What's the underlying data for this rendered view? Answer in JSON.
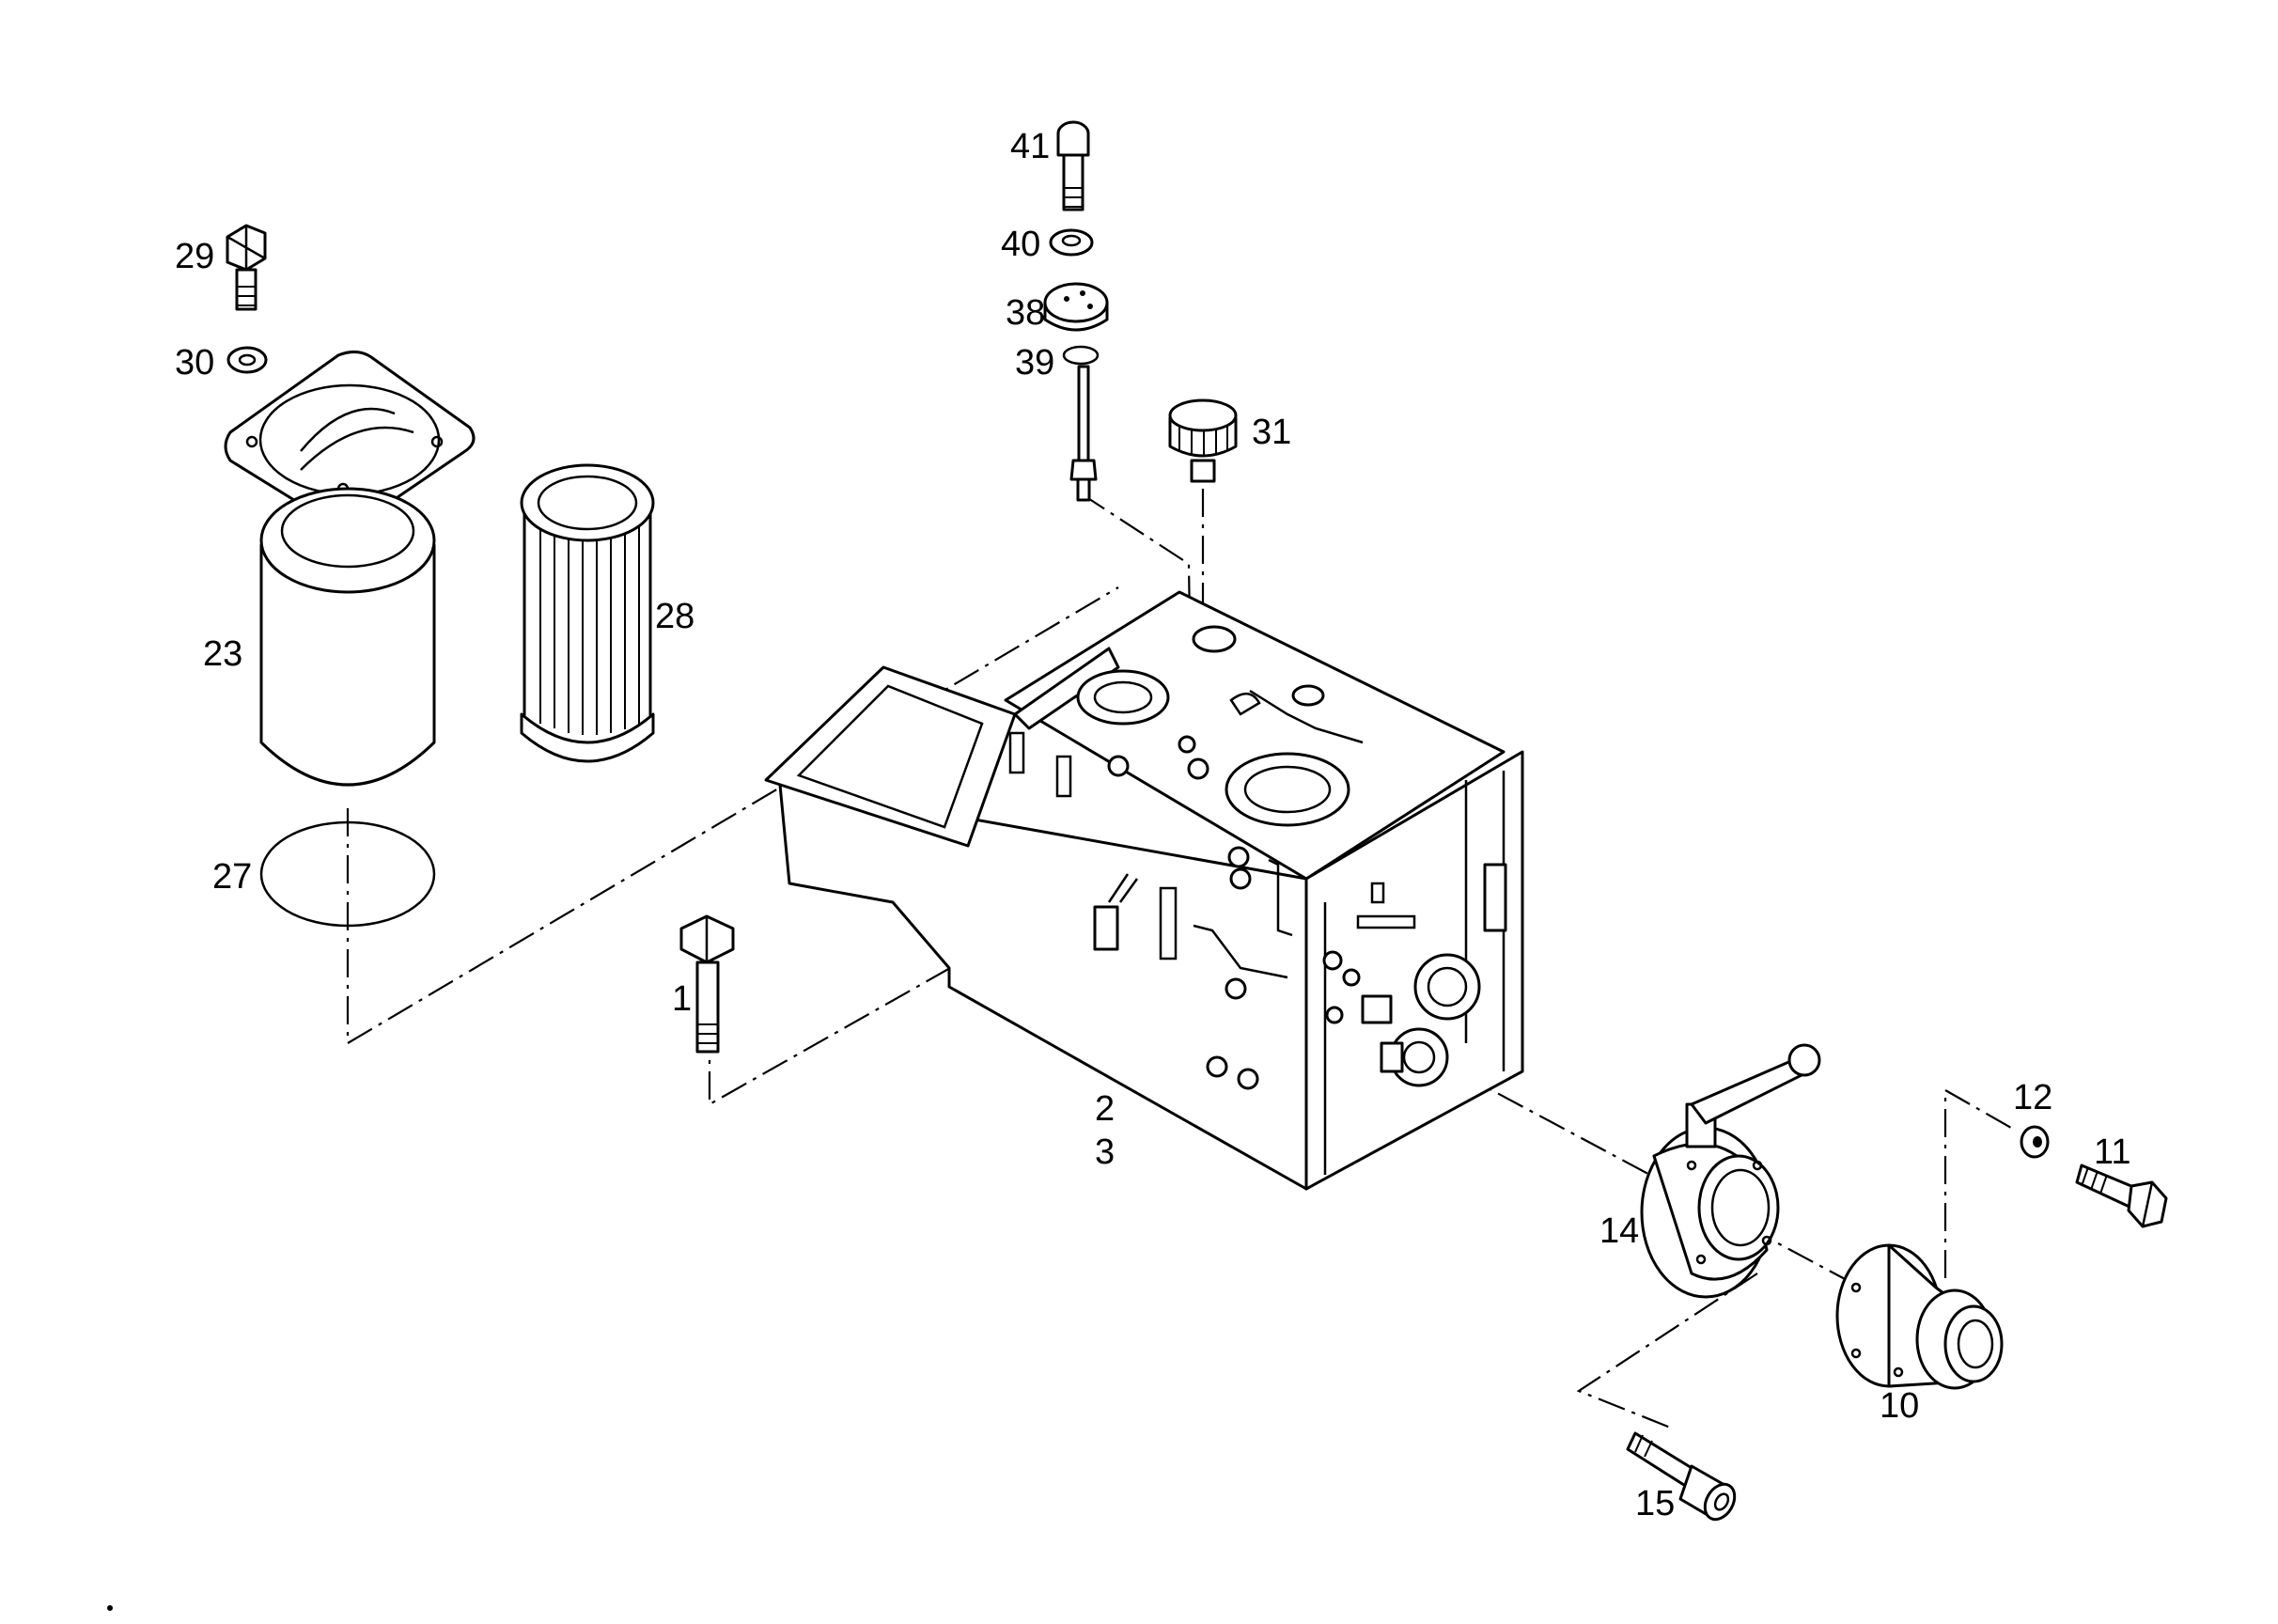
{
  "callouts": {
    "c1": "1",
    "c2": "2",
    "c3": "3",
    "c10": "10",
    "c11": "11",
    "c12": "12",
    "c14": "14",
    "c15": "15",
    "c23": "23",
    "c27": "27",
    "c28": "28",
    "c29": "29",
    "c30": "30",
    "c31": "31",
    "c38": "38",
    "c39": "39",
    "c40": "40",
    "c41": "41"
  },
  "colors": {
    "line": "#000000",
    "background": "#ffffff"
  }
}
